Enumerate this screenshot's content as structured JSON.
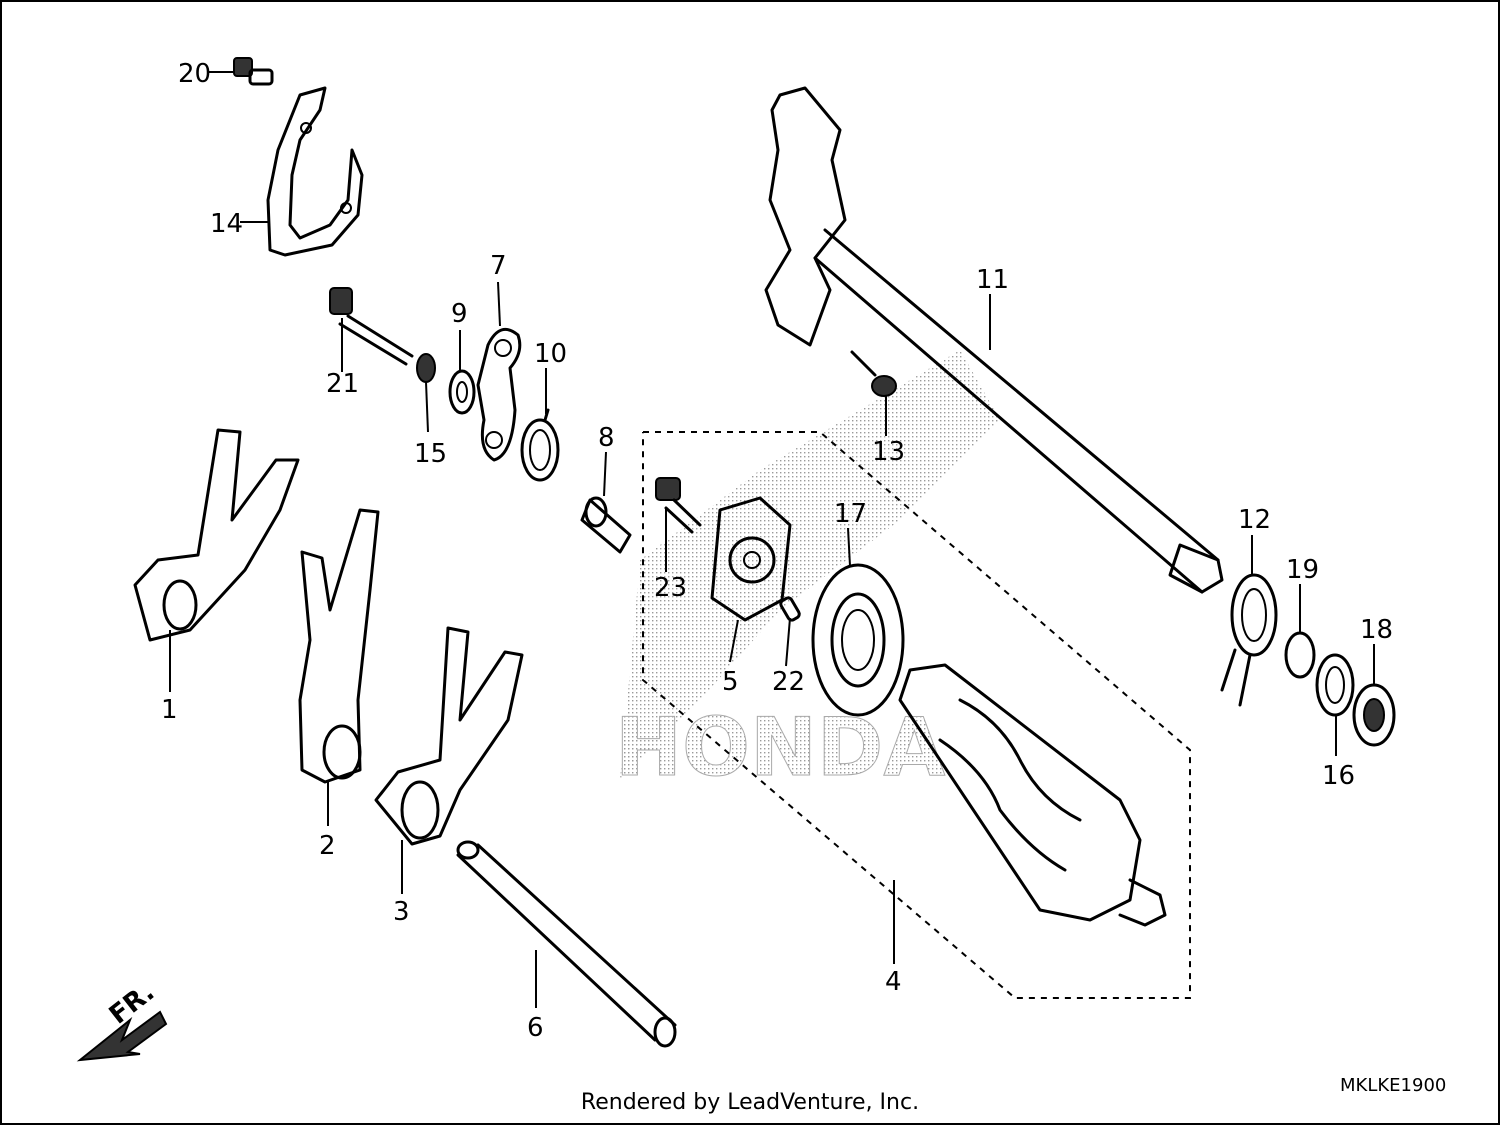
{
  "callouts": {
    "c1": "1",
    "c2": "2",
    "c3": "3",
    "c4": "4",
    "c5": "5",
    "c6": "6",
    "c7": "7",
    "c8": "8",
    "c9": "9",
    "c10": "10",
    "c11": "11",
    "c12": "12",
    "c13": "13",
    "c14": "14",
    "c15": "15",
    "c16": "16",
    "c17": "17",
    "c18": "18",
    "c19": "19",
    "c20": "20",
    "c21": "21",
    "c22": "22",
    "c23": "23"
  },
  "direction_label": "FR.",
  "watermark": "HONDA",
  "diagram_code": "MKLKE1900",
  "footer": "Rendered by LeadVenture, Inc."
}
